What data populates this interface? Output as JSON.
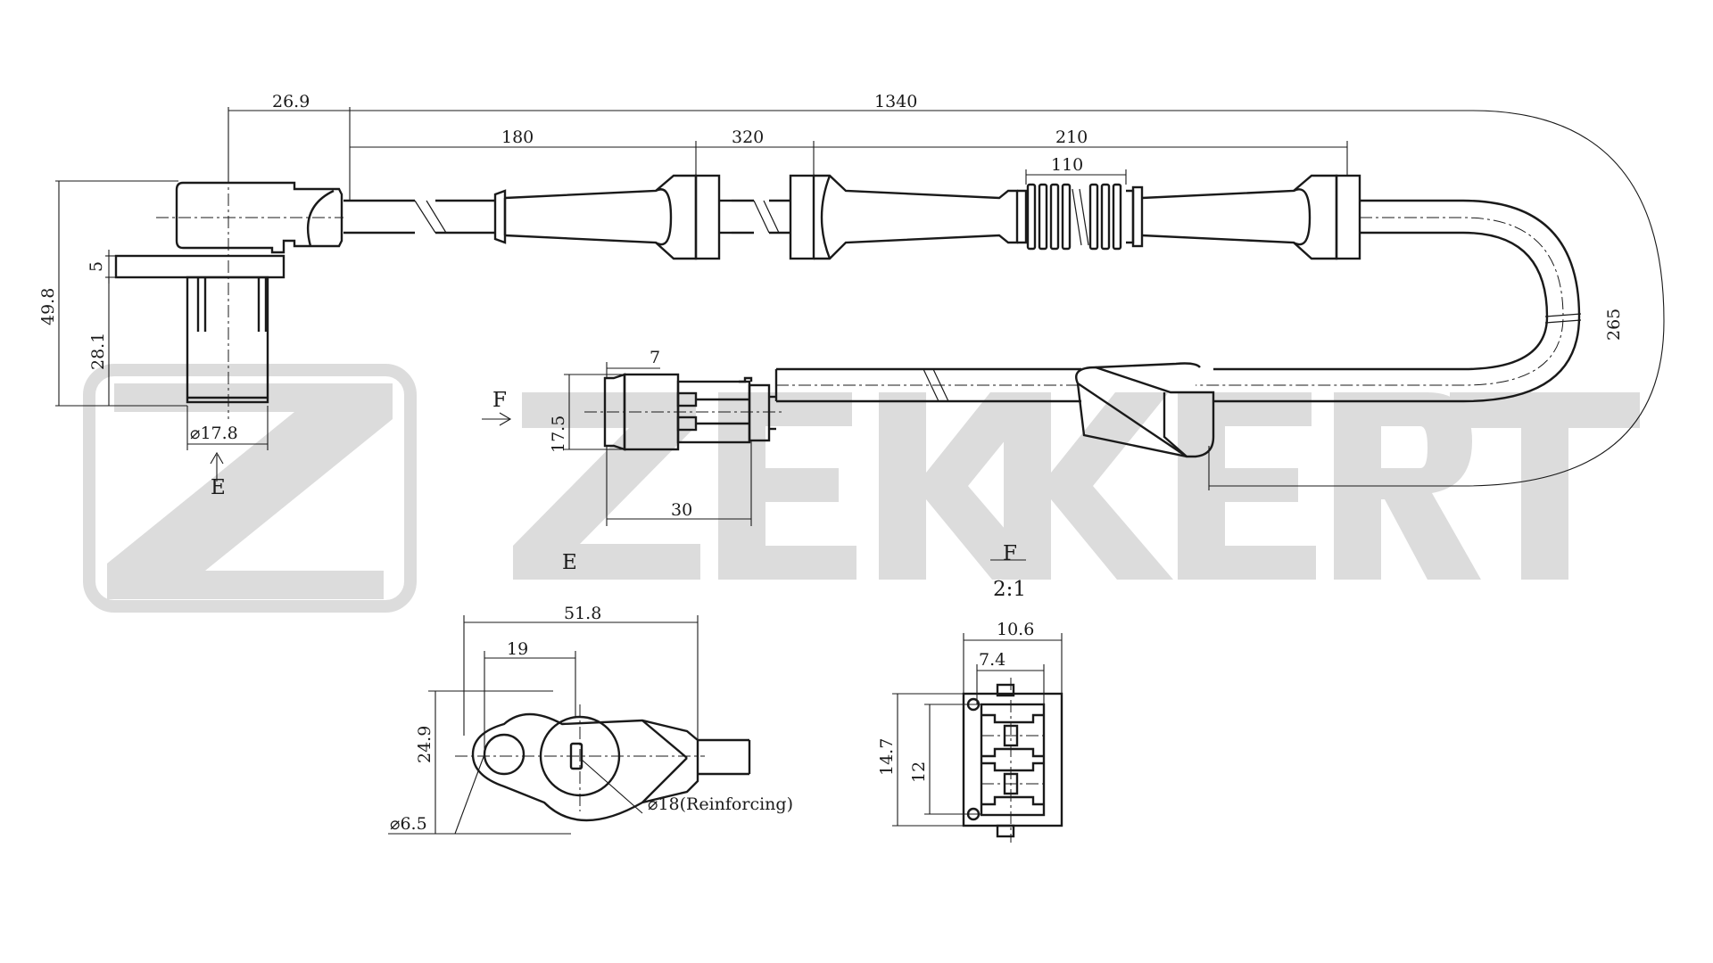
{
  "watermark": {
    "brand": "ZEKKERT"
  },
  "dimensions": {
    "d_26_9": "26.9",
    "d_1340": "1340",
    "d_180": "180",
    "d_320": "320",
    "d_210": "210",
    "d_110": "110",
    "d_5": "5",
    "d_49_8": "49.8",
    "d_28_1": "28.1",
    "d_17_8": "⌀17.8",
    "d_265": "265",
    "d_7": "7",
    "d_17_5": "17.5",
    "d_30": "30",
    "d_51_8": "51.8",
    "d_19": "19",
    "d_24_9": "24.9",
    "d_6_5": "⌀6.5",
    "d_18": "⌀18(Reinforcing)",
    "d_10_6": "10.6",
    "d_7_4": "7.4",
    "d_14_7": "14.7",
    "d_12": "12"
  },
  "views": {
    "arrow_e": "E",
    "arrow_f": "F",
    "view_e": "E",
    "view_f": "F",
    "view_f_scale": "2:1"
  },
  "colors": {
    "line": "#1a1a1a",
    "watermark": "#dcdcdc",
    "background": "#ffffff"
  }
}
